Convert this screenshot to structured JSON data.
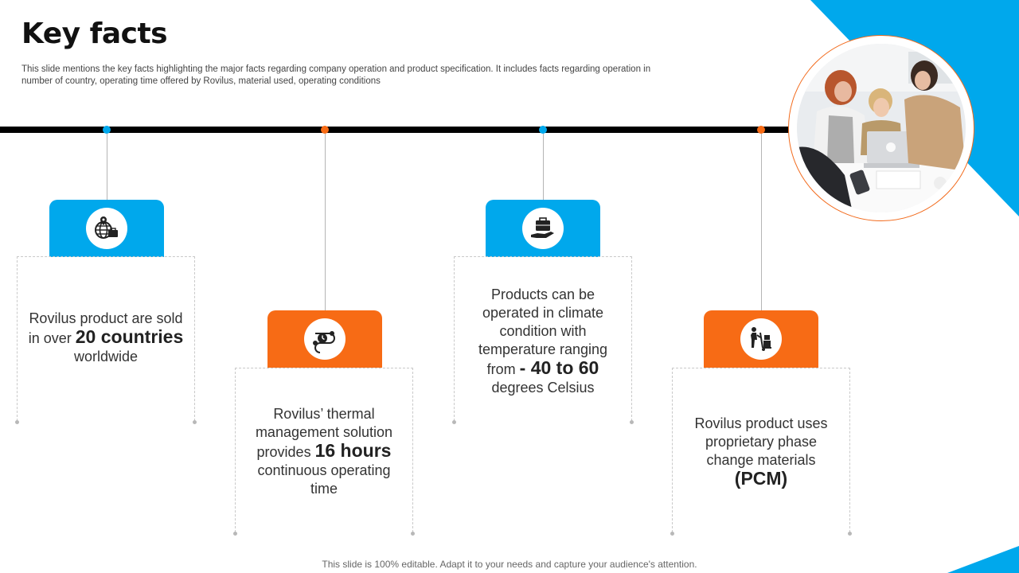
{
  "header": {
    "title": "Key facts",
    "subtitle": "This slide mentions the key facts highlighting the major facts regarding company operation and product specification. It includes facts regarding operation in number of country, operating time offered by Rovilus, material used, operating conditions"
  },
  "colors": {
    "blue": "#00a8ec",
    "orange": "#f76b15",
    "dark": "#000000"
  },
  "cards": [
    {
      "icon": "globe-briefcase-icon",
      "pre": "Rovilus product are sold in over ",
      "highlight": "20 countries",
      "post": " worldwide"
    },
    {
      "icon": "process-timer-icon",
      "pre": "Rovilus’ thermal management solution provides ",
      "highlight": "16 hours",
      "post": " continuous operating time"
    },
    {
      "icon": "briefcase-hand-icon",
      "pre": "Products can be operated in climate condition with temperature ranging from ",
      "highlight": "- 40 to 60",
      "post": " degrees Celsius"
    },
    {
      "icon": "hand-truck-icon",
      "pre": "Rovilus product uses proprietary phase change materials ",
      "highlight": "(PCM)",
      "post": ""
    }
  ],
  "photo": {
    "icon": "team-meeting-photo"
  },
  "footer": {
    "text": "This slide is 100% editable. Adapt it to your needs and capture your audience's attention."
  }
}
